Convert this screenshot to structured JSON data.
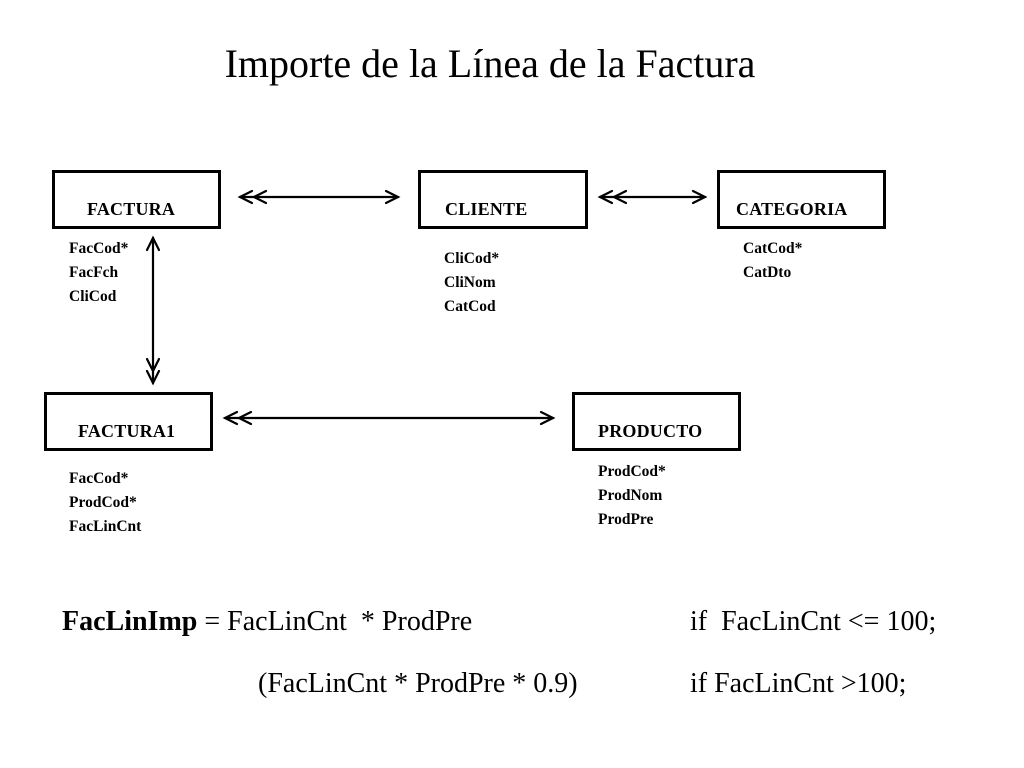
{
  "title": "Importe de la Línea de la Factura",
  "entities": {
    "factura": {
      "name": "FACTURA",
      "attributes": [
        "FacCod*",
        "FacFch",
        "CliCod"
      ]
    },
    "cliente": {
      "name": "CLIENTE",
      "attributes": [
        "CliCod*",
        "CliNom",
        "CatCod"
      ]
    },
    "categoria": {
      "name": "CATEGORIA",
      "attributes": [
        "CatCod*",
        "CatDto"
      ]
    },
    "factura1": {
      "name": "FACTURA1",
      "attributes": [
        "FacCod*",
        "ProdCod*",
        "FacLinCnt"
      ]
    },
    "producto": {
      "name": "PRODUCTO",
      "attributes": [
        "ProdCod*",
        "ProdNom",
        "ProdPre"
      ]
    }
  },
  "formula": {
    "line1": {
      "var": "FacLinImp",
      "expr": " = FacLinCnt  * ProdPre",
      "cond": "if  FacLinCnt <= 100;"
    },
    "line2": {
      "expr": "(FacLinCnt * ProdPre * 0.9)",
      "cond": "if FacLinCnt >100;"
    }
  }
}
